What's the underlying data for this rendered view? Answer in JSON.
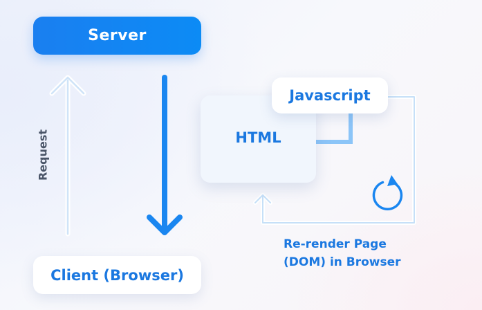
{
  "diagram": {
    "server": "Server",
    "client": "Client (Browser)",
    "request": "Request",
    "html": "HTML",
    "javascript": "Javascript",
    "rerender_line1": "Re-render Page",
    "rerender_line2": "(DOM) in Browser"
  },
  "colors": {
    "accent": "#1a7ff0",
    "light_accent": "#a9d3fb",
    "text_dark": "#4a5568"
  },
  "icons": [
    "up-arrow-icon",
    "down-arrow-icon",
    "refresh-icon"
  ]
}
